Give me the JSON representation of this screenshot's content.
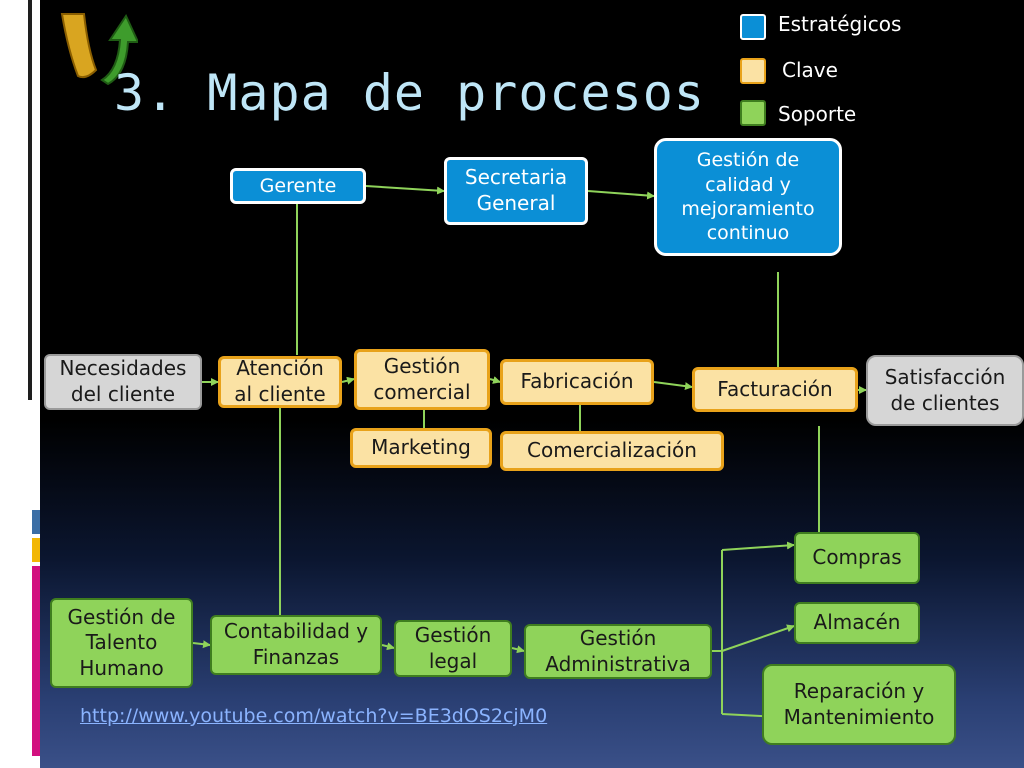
{
  "title": "3. Mapa de procesos",
  "legend": [
    {
      "label": "Estratégicos",
      "color": "#0b8fd6"
    },
    {
      "label": "Clave",
      "color": "#fbe2a4"
    },
    {
      "label": "Soporte",
      "color": "#8fd35a"
    }
  ],
  "nodes": {
    "gerente": "Gerente",
    "secretaria": "Secretaria General",
    "calidad": "Gestión de calidad y mejoramiento continuo",
    "necesidades": "Necesidades del cliente",
    "atencion": "Atención al cliente",
    "comercial": "Gestión comercial",
    "marketing": "Marketing",
    "fabricacion": "Fabricación",
    "comercializacion": "Comercialización",
    "facturacion": "Facturación",
    "satisfaccion": "Satisfacción de clientes",
    "talento": "Gestión de Talento Humano",
    "contabilidad": "Contabilidad y Finanzas",
    "legal": "Gestión legal",
    "administrativa": "Gestión Administrativa",
    "compras": "Compras",
    "almacen": "Almacén",
    "reparacion": "Reparación y Mantenimiento"
  },
  "link": "http://www.youtube.com/watch?v=BE3dOS2cjM0",
  "colors": {
    "strategic": "#0b8fd6",
    "key": "#fbe2a4",
    "support": "#8fd35a",
    "client": "#d6d6d6",
    "connector": "#8fd35a"
  }
}
